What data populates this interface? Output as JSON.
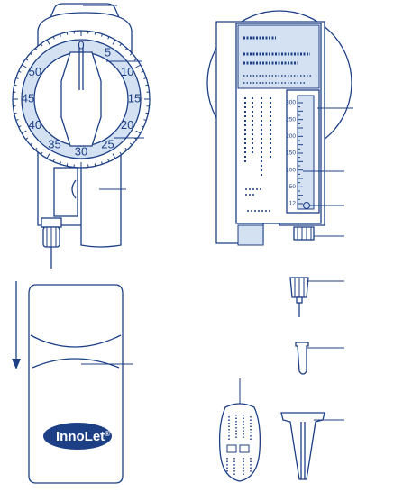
{
  "colors": {
    "line": "#1c3f86",
    "light_fill": "#d4e1f3",
    "logo_fill": "#1c3f86",
    "background": "#ffffff"
  },
  "dial": {
    "labels": [
      "0",
      "5",
      "10",
      "15",
      "20",
      "25",
      "30",
      "35",
      "40",
      "45",
      "50"
    ]
  },
  "scale": {
    "labels": [
      "300",
      "250",
      "200",
      "150",
      "100",
      "50",
      "12"
    ]
  },
  "cap": {
    "logo_text": "InnoLet",
    "registered_mark": "®"
  },
  "icons": {
    "arrow": "arrow-down-icon"
  }
}
